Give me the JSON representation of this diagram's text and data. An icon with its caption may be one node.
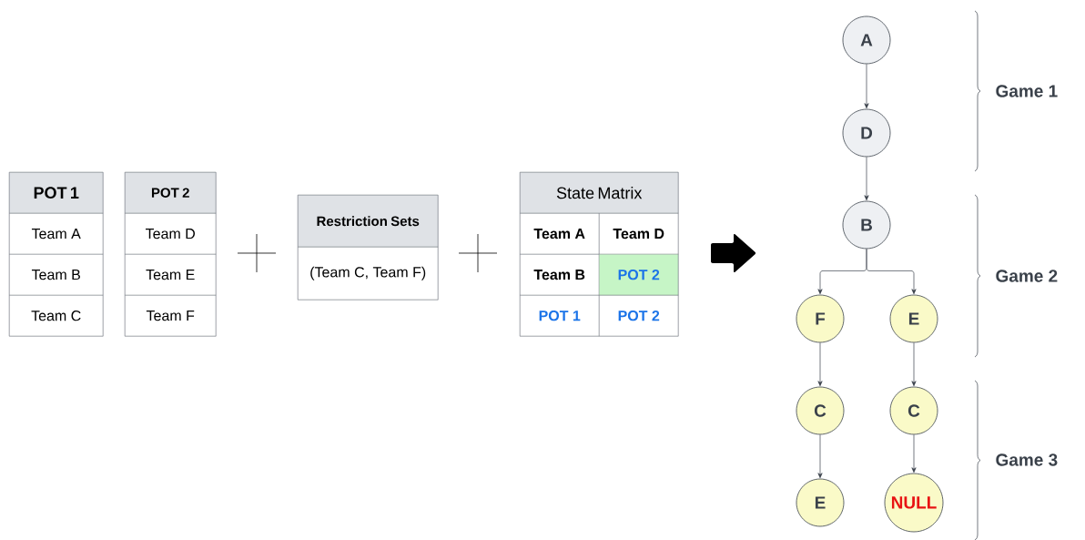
{
  "diagram": {
    "nodes": [
      {
        "text": [
          "POT 1",
          "Team A",
          "Team B",
          "Team C"
        ]
      },
      {
        "text": [
          "POT 2",
          "Team D",
          "Team E",
          "Team F"
        ]
      },
      {
        "text": [
          "Restriction Sets",
          "(Team C, Team F)"
        ]
      },
      {
        "text": [
          "State Matrix",
          "Team A",
          "Team D",
          "Team B",
          "POT 2",
          "POT 1",
          "POT 2"
        ]
      },
      {
        "text": [
          "A"
        ]
      },
      {
        "text": [
          "D"
        ]
      },
      {
        "text": [
          "B"
        ]
      },
      {
        "text": [
          "F"
        ]
      },
      {
        "text": [
          "E"
        ]
      },
      {
        "text": [
          "C"
        ]
      },
      {
        "text": [
          "C"
        ]
      },
      {
        "text": [
          "E"
        ]
      },
      {
        "text": [
          "NULL"
        ]
      }
    ],
    "edges": [
      {
        "from": 4,
        "to": 5,
        "arrow": "to"
      },
      {
        "from": 5,
        "to": 6,
        "arrow": "to"
      },
      {
        "from": 6,
        "to": 7,
        "arrow": "to"
      },
      {
        "from": 6,
        "to": 8,
        "arrow": "to"
      },
      {
        "from": 7,
        "to": 9,
        "arrow": "to"
      },
      {
        "from": 8,
        "to": 10,
        "arrow": "to"
      },
      {
        "from": 9,
        "to": 11,
        "arrow": "to"
      },
      {
        "from": 10,
        "to": 12,
        "arrow": "to"
      }
    ],
    "labels": [
      "Game 1",
      "Game 2",
      "Game 3"
    ]
  }
}
